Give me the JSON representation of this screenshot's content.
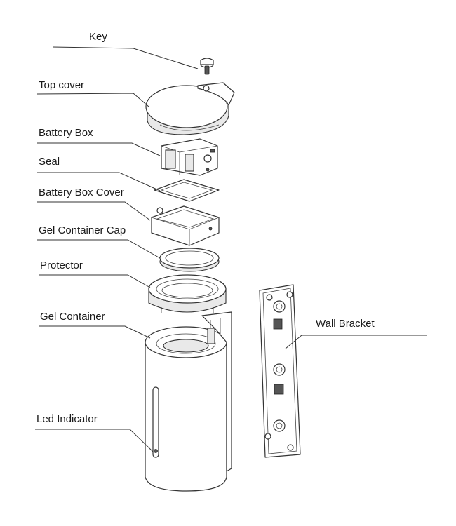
{
  "labels": {
    "key": "Key",
    "top_cover": "Top cover",
    "battery_box": "Battery Box",
    "seal": "Seal",
    "battery_box_cover": "Battery Box Cover",
    "gel_container_cap": "Gel Container Cap",
    "protector": "Protector",
    "gel_container": "Gel Container",
    "led_indicator": "Led Indicator",
    "wall_bracket": "Wall Bracket"
  }
}
